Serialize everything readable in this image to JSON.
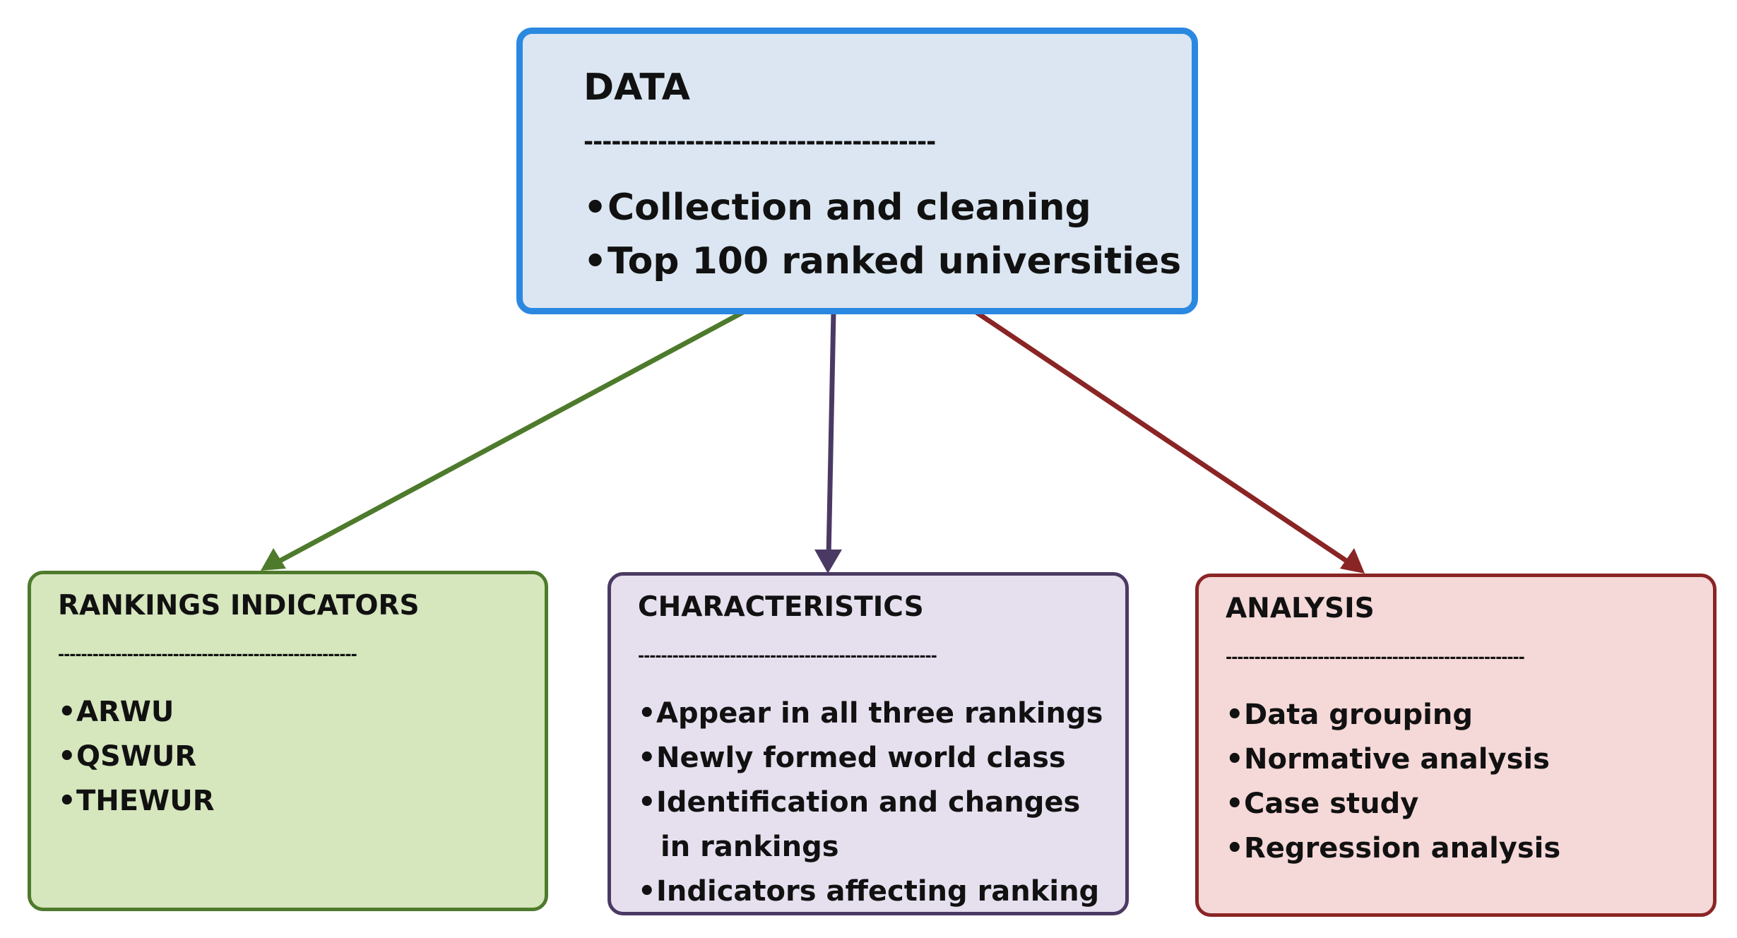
{
  "data_box": {
    "title": "DATA",
    "rule": "--------------------------------------",
    "items": [
      "Collection and cleaning",
      "Top 100 ranked universities"
    ]
  },
  "rankings_box": {
    "title": "RANKINGS INDICATORS",
    "rule": "----------------------------------------------------",
    "items": [
      "ARWU",
      "QSWUR",
      "THEWUR"
    ]
  },
  "characteristics_box": {
    "title": "CHARACTERISTICS",
    "rule": "----------------------------------------------------",
    "items": [
      "Appear in all three rankings",
      "Newly formed world class",
      "Identification and changes",
      "in rankings",
      "Indicators affecting ranking"
    ]
  },
  "analysis_box": {
    "title": "ANALYSIS",
    "rule": "----------------------------------------------------",
    "items": [
      "Data grouping",
      "Normative analysis",
      "Case study",
      "Regression analysis"
    ]
  },
  "colors": {
    "data_border": "#2b88e0",
    "data_fill": "#dbe6f2",
    "rankings_border": "#4e7a2c",
    "rankings_fill": "#d6e6bd",
    "characteristics_border": "#4a3a63",
    "characteristics_fill": "#e6dfee",
    "analysis_border": "#8a2525",
    "analysis_fill": "#f5d8d8"
  }
}
